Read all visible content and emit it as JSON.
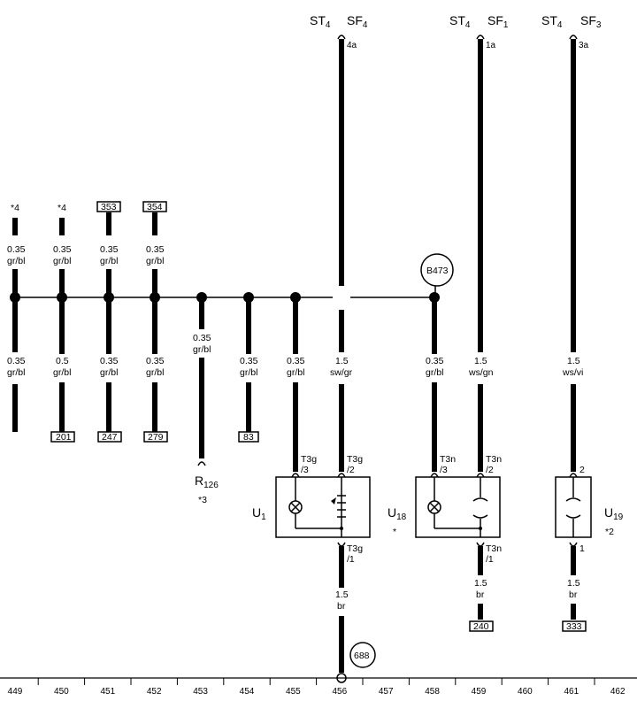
{
  "top_labels": {
    "st4": "ST",
    "st4_sub": "4",
    "sf4": "SF",
    "sf4_sub": "4",
    "sf1": "SF",
    "sf1_sub": "1",
    "sf3": "SF",
    "sf3_sub": "3",
    "pin_4a": "4a",
    "pin_1a": "1a",
    "pin_3a": "3a"
  },
  "stub_refs": {
    "ref_a": "*4",
    "ref_b": "*4",
    "ref_c": "353",
    "ref_d": "354"
  },
  "wire_labels": {
    "size_035": "0.35",
    "size_05": "0.5",
    "size_15": "1.5",
    "color_grbl": "gr/bl",
    "color_swgr": "sw/gr",
    "color_wsgn": "ws/gn",
    "color_wsvi": "ws/vi",
    "color_br": "br"
  },
  "bottom_refs": {
    "r201": "201",
    "r247": "247",
    "r279": "279",
    "r83": "83",
    "r240": "240",
    "r333": "333"
  },
  "circle_refs": {
    "b473": "B473",
    "g688": "688"
  },
  "components": {
    "r126": "R",
    "r126_sub": "126",
    "r126_note": "*3",
    "u1": "U",
    "u1_sub": "1",
    "u18": "U",
    "u18_sub": "18",
    "u18_note": "*",
    "u19": "U",
    "u19_sub": "19",
    "u19_note": "*2"
  },
  "connectors": {
    "t3g": "T3g",
    "t3n": "T3n",
    "pin3": "/3",
    "pin2": "/2",
    "pin1": "/1",
    "n2": "2",
    "n1": "1"
  },
  "ruler": [
    "449",
    "450",
    "451",
    "452",
    "453",
    "454",
    "455",
    "456",
    "457",
    "458",
    "459",
    "460",
    "461",
    "462"
  ]
}
